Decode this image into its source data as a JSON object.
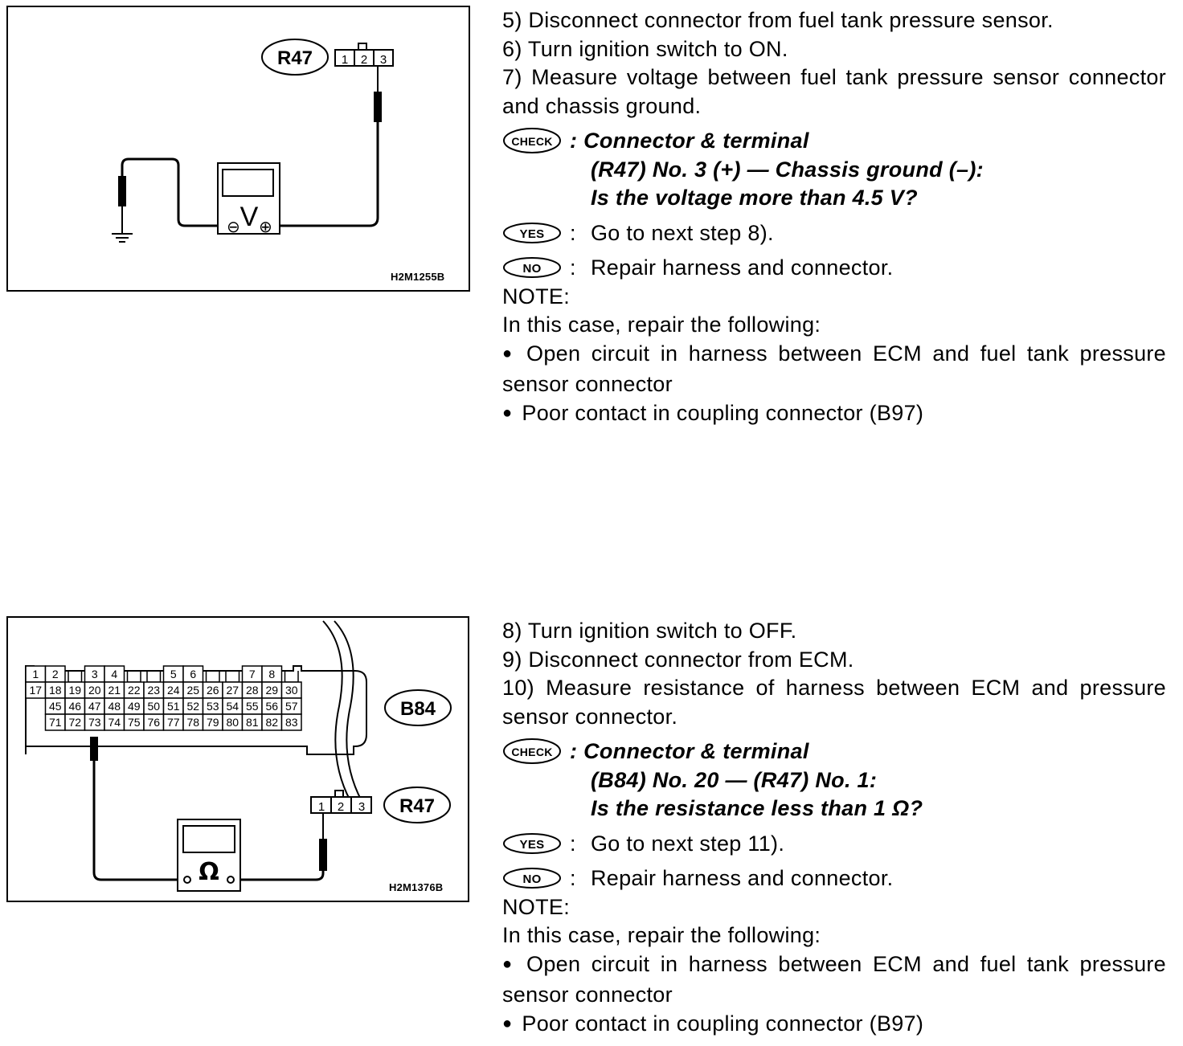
{
  "figure1": {
    "connector_label": "R47",
    "pins": [
      "1",
      "2",
      "3"
    ],
    "meter_symbol": "V",
    "minus_symbol": "⊖",
    "plus_symbol": "⊕",
    "code": "H2M1255B"
  },
  "figure2": {
    "ecm_label": "B84",
    "sensor_label": "R47",
    "sensor_pins": [
      "1",
      "2",
      "3"
    ],
    "ecm_top_pins": [
      "1",
      "2",
      "3",
      "4",
      "5",
      "6",
      "7",
      "8"
    ],
    "ecm_row2": [
      "17",
      "18",
      "19",
      "20",
      "21",
      "22",
      "23",
      "24",
      "25",
      "26",
      "27",
      "28",
      "29",
      "30"
    ],
    "ecm_row3": [
      "45",
      "46",
      "47",
      "48",
      "49",
      "50",
      "51",
      "52",
      "53",
      "54",
      "55",
      "56",
      "57"
    ],
    "ecm_row4": [
      "71",
      "72",
      "73",
      "74",
      "75",
      "76",
      "77",
      "78",
      "79",
      "80",
      "81",
      "82",
      "83"
    ],
    "meter_symbol": "Ω",
    "code": "H2M1376B"
  },
  "section1": {
    "step5": "5) Disconnect connector from fuel tank pressure sensor.",
    "step6": "6) Turn ignition switch to ON.",
    "step7": "7) Measure voltage between fuel tank pressure sensor connector and chassis ground.",
    "check_badge": "CHECK",
    "check_line1": "Connector & terminal",
    "check_line2": "(R47) No. 3 (+) — Chassis ground (–):",
    "check_line3": "Is the voltage more than 4.5 V?",
    "yes_badge": "YES",
    "yes_text": "Go to next step 8).",
    "no_badge": "NO",
    "no_text": "Repair harness and connector.",
    "note_label": "NOTE:",
    "note_intro": "In this case, repair the following:",
    "bullet1": "Open circuit in harness between ECM and fuel tank pressure sensor connector",
    "bullet2": "Poor contact in coupling connector (B97)"
  },
  "section2": {
    "step8": "8) Turn ignition switch to OFF.",
    "step9": "9) Disconnect connector from ECM.",
    "step10": "10) Measure resistance of harness between ECM and pressure sensor connector.",
    "check_badge": "CHECK",
    "check_line1": "Connector & terminal",
    "check_line2": "(B84) No. 20 — (R47) No. 1:",
    "check_line3": "Is the resistance less than 1 Ω?",
    "yes_badge": "YES",
    "yes_text": "Go to next step 11).",
    "no_badge": "NO",
    "no_text": "Repair harness and connector.",
    "note_label": "NOTE:",
    "note_intro": "In this case, repair the following:",
    "bullet1": "Open circuit in harness between ECM and fuel tank pressure sensor connector",
    "bullet2": "Poor contact in coupling connector (B97)"
  }
}
